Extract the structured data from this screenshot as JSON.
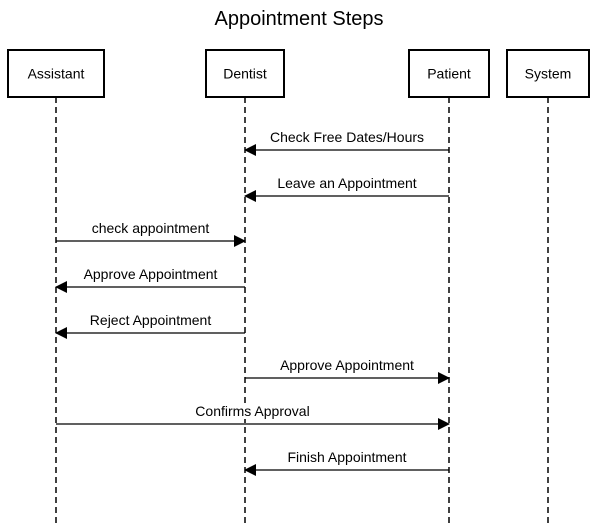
{
  "diagram": {
    "title": "Appointment Steps",
    "participants": [
      {
        "id": "assistant",
        "label": "Assistant"
      },
      {
        "id": "dentist",
        "label": "Dentist"
      },
      {
        "id": "patient",
        "label": "Patient"
      },
      {
        "id": "system",
        "label": "System"
      }
    ],
    "messages": [
      {
        "from": "patient",
        "to": "dentist",
        "label": "Check Free Dates/Hours"
      },
      {
        "from": "patient",
        "to": "dentist",
        "label": "Leave an Appointment"
      },
      {
        "from": "assistant",
        "to": "dentist",
        "label": "check appointment"
      },
      {
        "from": "dentist",
        "to": "assistant",
        "label": "Approve Appointment"
      },
      {
        "from": "dentist",
        "to": "assistant",
        "label": "Reject Appointment"
      },
      {
        "from": "dentist",
        "to": "patient",
        "label": "Approve Appointment"
      },
      {
        "from": "assistant",
        "to": "patient",
        "label": "Confirms Approval"
      },
      {
        "from": "patient",
        "to": "dentist",
        "label": "Finish Appointment"
      }
    ]
  }
}
